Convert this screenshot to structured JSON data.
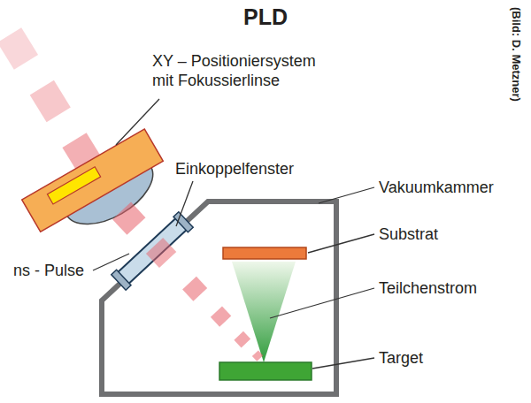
{
  "diagram": {
    "title": "PLD",
    "labels": [
      "(Bild: D. Metzner)",
      "XY – Positioniersystem mit Fokussierlinse",
      "Einkoppelfenster",
      "Vakuumkammer",
      "Substrat",
      "ns - Pulse",
      "Teilchenstrom",
      "Target"
    ]
  }
}
